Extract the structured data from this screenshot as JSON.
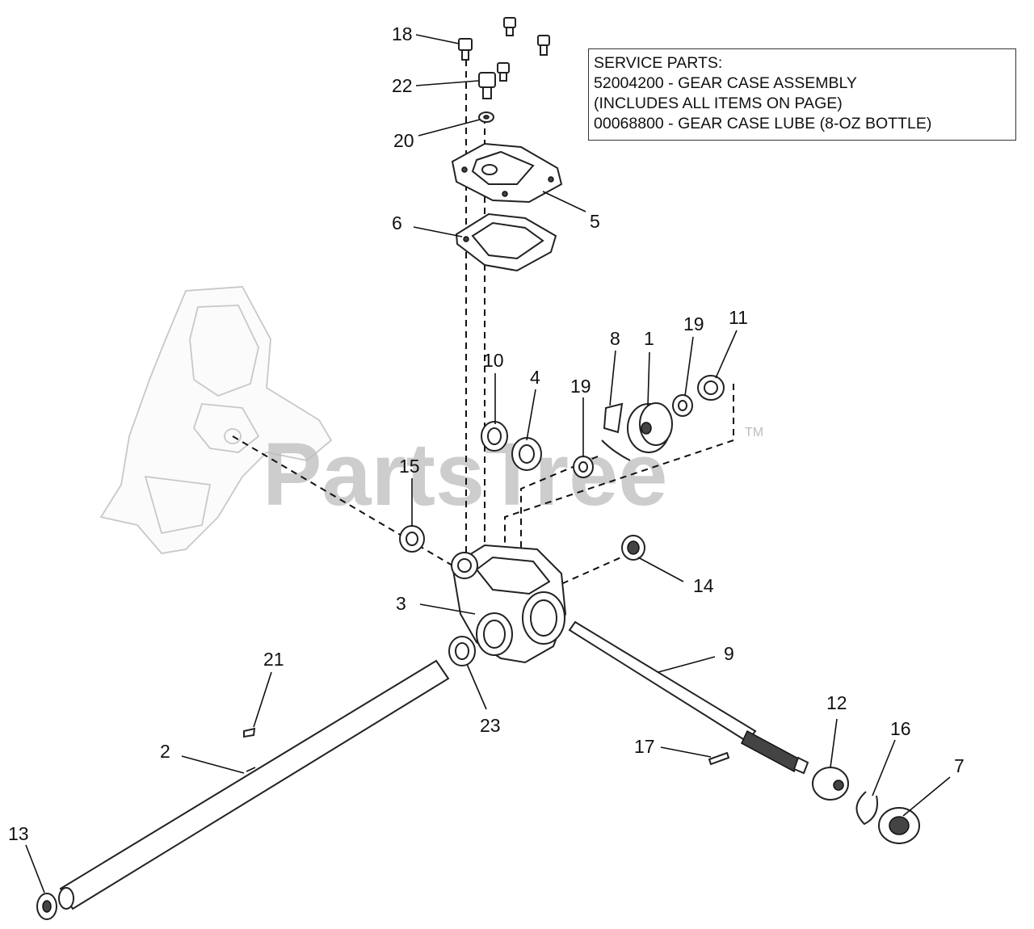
{
  "service_box": {
    "lines": [
      "SERVICE PARTS:",
      "52004200 - GEAR CASE ASSEMBLY",
      "(INCLUDES ALL ITEMS ON PAGE)",
      "00068800 - GEAR CASE LUBE (8-OZ BOTTLE)"
    ]
  },
  "watermark": {
    "text": "PartsTree",
    "mark": "TM"
  },
  "callouts": [
    "18",
    "22",
    "20",
    "5",
    "6",
    "10",
    "4",
    "19",
    "8",
    "1",
    "19",
    "11",
    "15",
    "14",
    "3",
    "9",
    "21",
    "23",
    "2",
    "17",
    "12",
    "16",
    "7",
    "13"
  ],
  "colors": {
    "line": "#222222",
    "watermark": "#bdbdbd",
    "ghost": "#c8c8c8"
  }
}
